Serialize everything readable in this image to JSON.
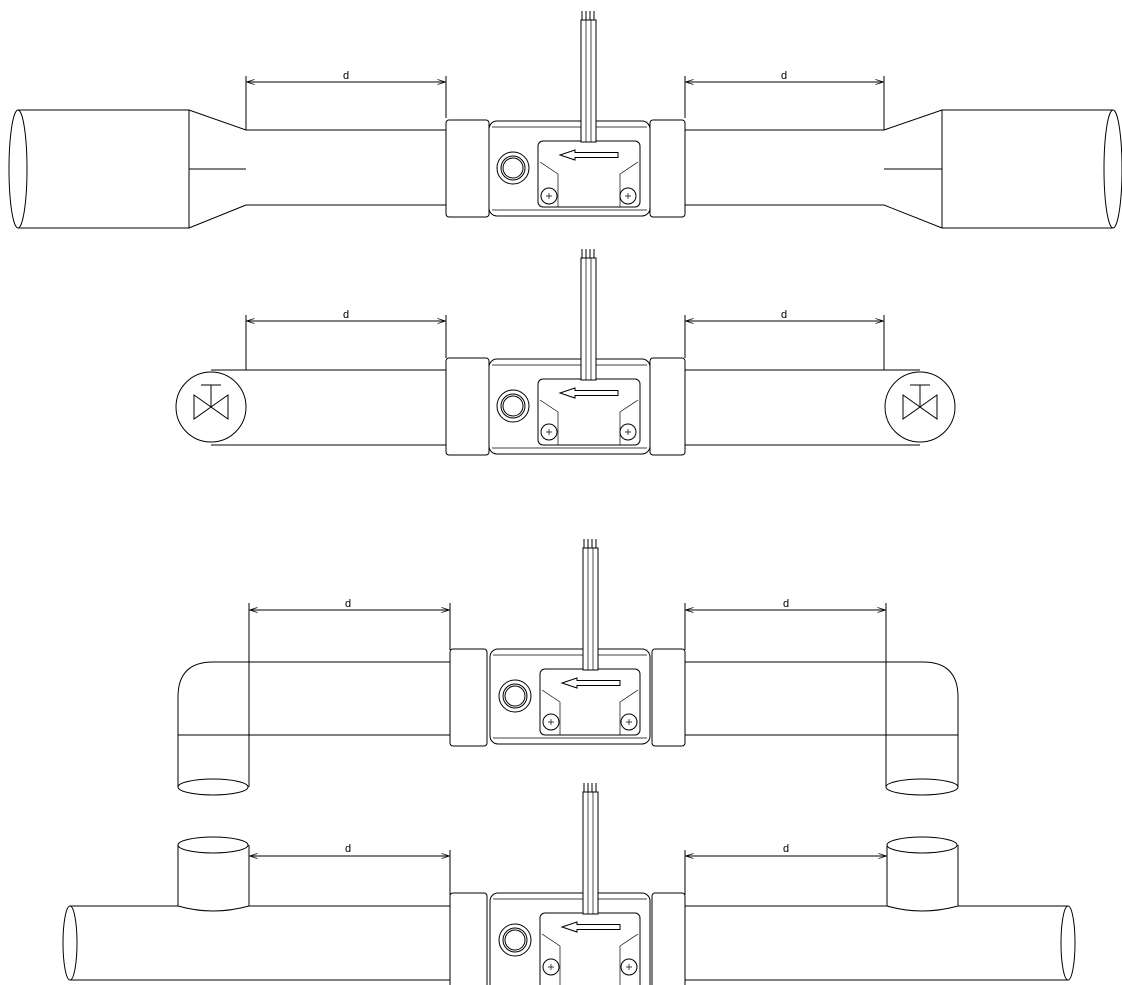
{
  "diagram": {
    "dimension_label": "d",
    "colors": {
      "line": "#000000",
      "background": "#ffffff"
    },
    "rows": [
      {
        "id": "reducer",
        "fitting": "reducer"
      },
      {
        "id": "valve",
        "fitting": "valve"
      },
      {
        "id": "elbow",
        "fitting": "elbow"
      },
      {
        "id": "tee",
        "fitting": "tee"
      }
    ]
  }
}
